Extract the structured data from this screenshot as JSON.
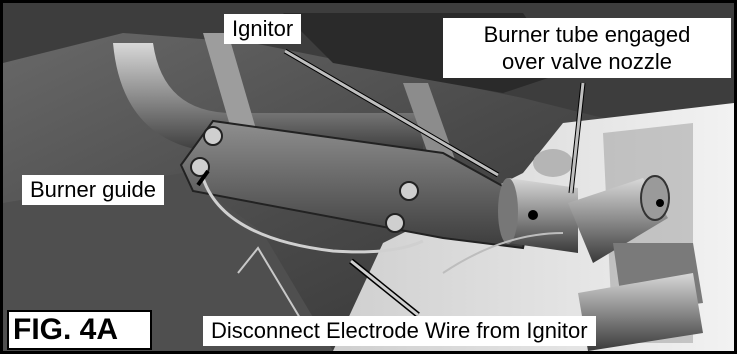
{
  "figure": {
    "callouts": {
      "ignitor": "Ignitor",
      "burner_tube_line1": "Burner tube engaged",
      "burner_tube_line2": "over valve nozzle",
      "burner_guide": "Burner guide",
      "disconnect": "Disconnect Electrode Wire from Ignitor"
    },
    "fig_label": "FIG. 4A"
  }
}
